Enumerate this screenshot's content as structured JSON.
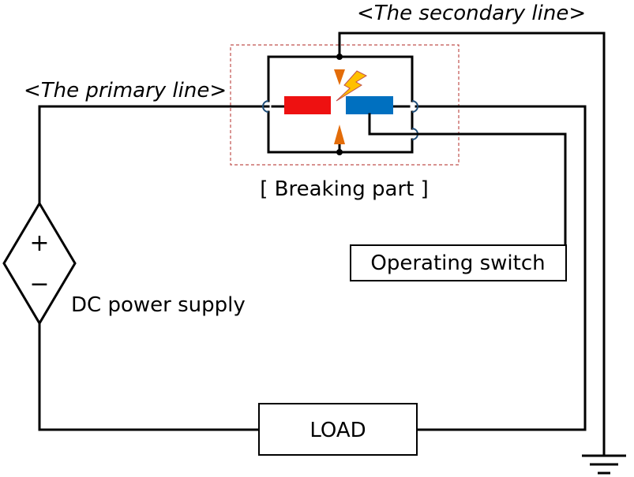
{
  "labels": {
    "primary_line": "<The primary line>",
    "secondary_line": "<The secondary line>",
    "breaking_part": "[ Breaking part ]",
    "operating_switch": "Operating switch",
    "dc_power_supply": "DC power supply",
    "load": "LOAD",
    "plus_sign": "+",
    "minus_sign": "−"
  },
  "colors": {
    "wire": "#000000",
    "red_contact": "#ee1111",
    "blue_contact": "#0070c0",
    "arrow": "#e36c09",
    "lightning": "#ffc000",
    "breaking_border": "#c0504d",
    "crossover": "#1f4e79"
  }
}
